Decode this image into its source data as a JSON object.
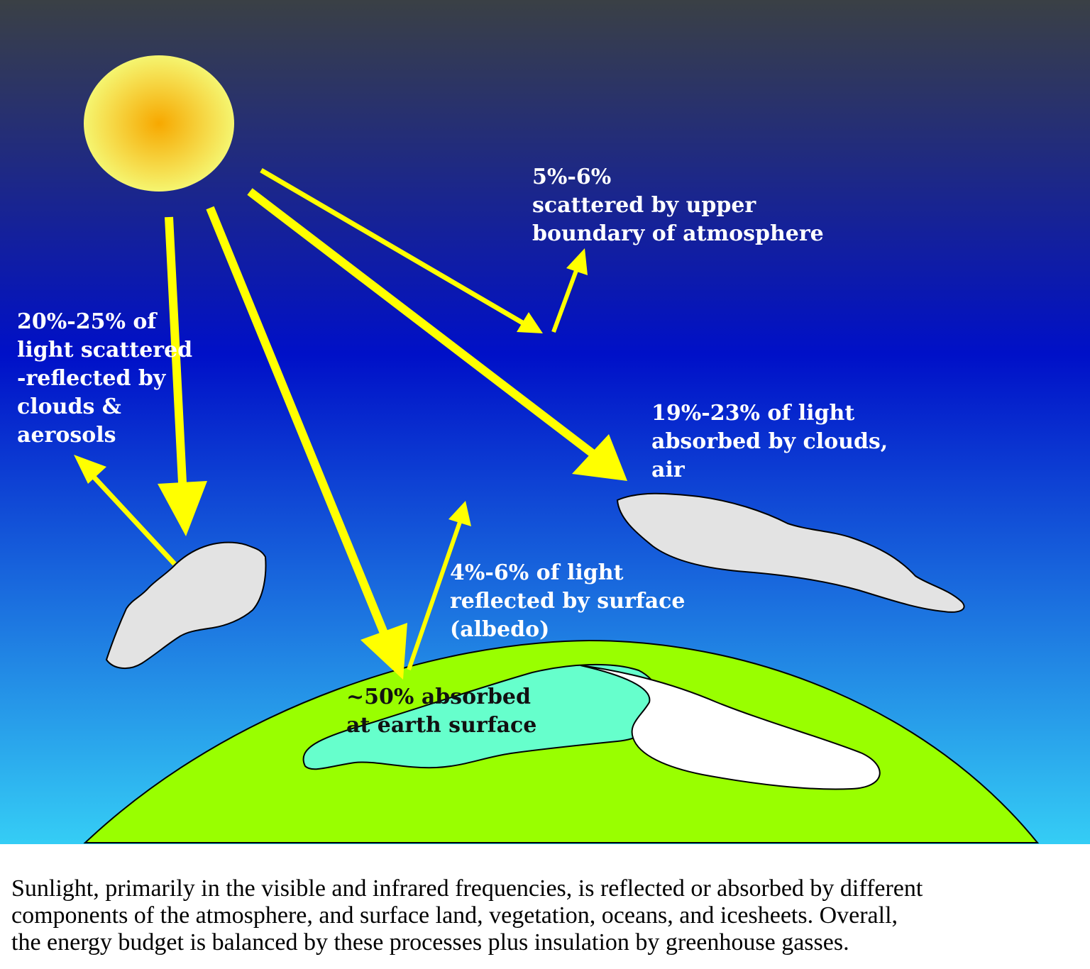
{
  "colors": {
    "sky_top": "#3a4045",
    "sky_mid": "#0010c8",
    "sky_bottom": "#35cdf5",
    "sun_core": "#f7a800",
    "sun_edge": "#f5f570",
    "arrow": "#ffff00",
    "cloud": "#e3e3e3",
    "land": "#99ff00",
    "ocean": "#66ffcc",
    "ice": "#ffffff",
    "label_text": "#ffffff"
  },
  "labels": {
    "upper_boundary": [
      "5%-6%",
      "scattered by upper",
      "boundary of atmosphere"
    ],
    "clouds_aerosols": [
      "20%-25% of",
      "light scattered",
      "-reflected by",
      "clouds &",
      "aerosols"
    ],
    "clouds_air": [
      "19%-23% of light",
      "absorbed by clouds,",
      "air"
    ],
    "surface_albedo": [
      "4%-6% of light",
      "reflected by surface",
      "(albedo)"
    ],
    "surface_absorbed": [
      "~50% absorbed",
      "at earth surface"
    ]
  },
  "caption": [
    "Sunlight, primarily in the visible and infrared frequencies, is reflected or absorbed by different",
    "components of the atmosphere, and surface land, vegetation, oceans, and icesheets.  Overall,",
    "the energy budget is balanced by these processes plus insulation by greenhouse gasses."
  ]
}
